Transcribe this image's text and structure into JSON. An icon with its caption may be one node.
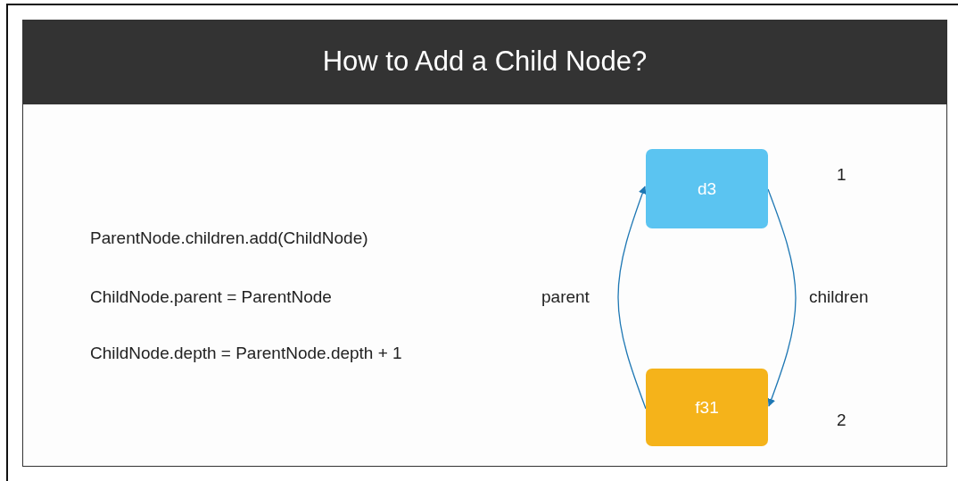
{
  "diagram": {
    "title": "How to Add a Child Node?",
    "nodes": [
      {
        "text": [
          "d3"
        ]
      },
      {
        "text": [
          "f31"
        ]
      }
    ],
    "edges": [
      {
        "from": 0,
        "to": 1,
        "arrow": "to",
        "label": "children"
      },
      {
        "from": 1,
        "to": 0,
        "arrow": "to",
        "label": "parent"
      }
    ],
    "labels": [
      "1",
      "ParentNode.children.add(ChildNode)",
      "ChildNode.parent = ParentNode",
      "ChildNode.depth = ParentNode.depth + 1",
      "2"
    ]
  }
}
